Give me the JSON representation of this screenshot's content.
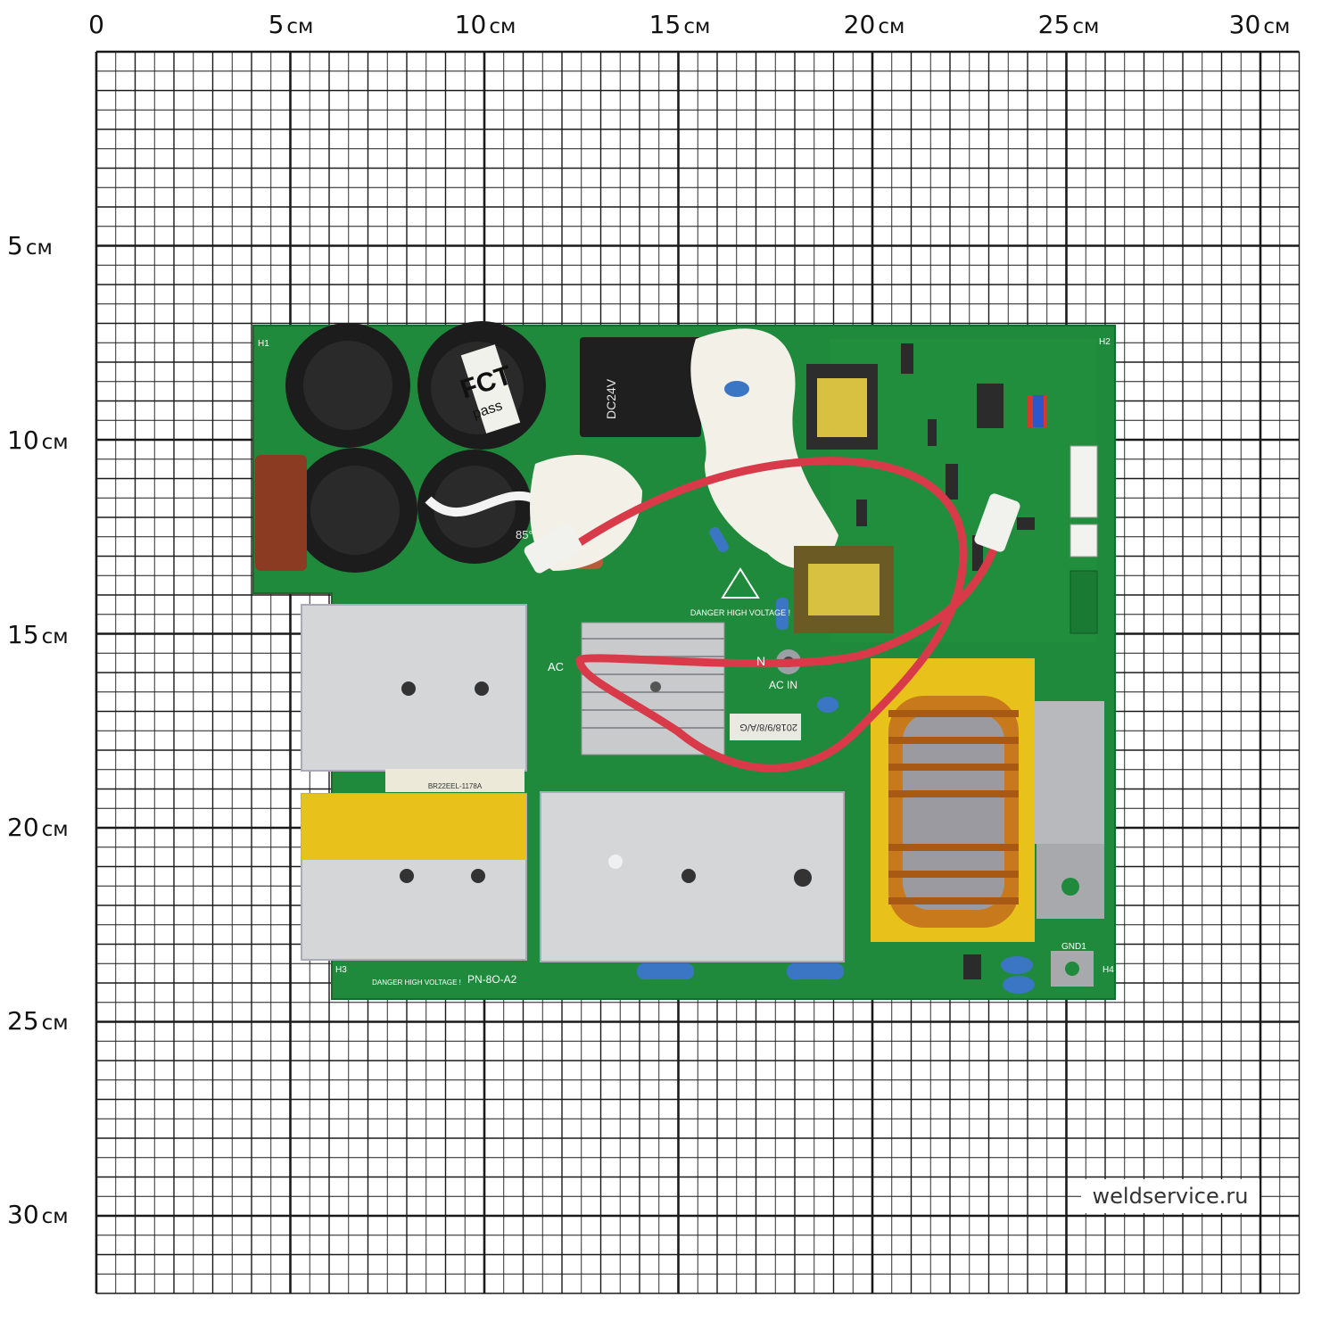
{
  "grid": {
    "x_ticks": [
      "0",
      "5",
      "10",
      "15",
      "20",
      "25",
      "30"
    ],
    "y_ticks": [
      "5",
      "10",
      "15",
      "20",
      "25",
      "30"
    ],
    "unit": "см",
    "line_color": "#1a1a1a",
    "background": "#ffffff"
  },
  "board": {
    "pcb_color": "#1f8a3c",
    "silkscreen": {
      "fct": "FCT",
      "pass": "pass",
      "relay": "DC24V",
      "warning_top": "DANGER HIGH VOLTAGE !",
      "warning_bottom": "DANGER HIGH VOLTAGE !",
      "date_label": "2018/9/8/A/G",
      "transformer_label": "BR22EEL-1178A",
      "ac_in": "AC IN",
      "n_label": "N",
      "ac_label": "AC",
      "model": "PN-8O-A2",
      "gnd": "GND1",
      "cap_temp": "85°C",
      "h1": "H1",
      "h2": "H2",
      "h3": "H3",
      "h4": "H4"
    },
    "colors": {
      "heatsink": "#d4d6d8",
      "kapton": "#e8c21a",
      "copper": "#c8791c",
      "capacitor": "#1c1c1c",
      "wire": "#d83a4a"
    }
  },
  "watermark": "weldservice.ru"
}
